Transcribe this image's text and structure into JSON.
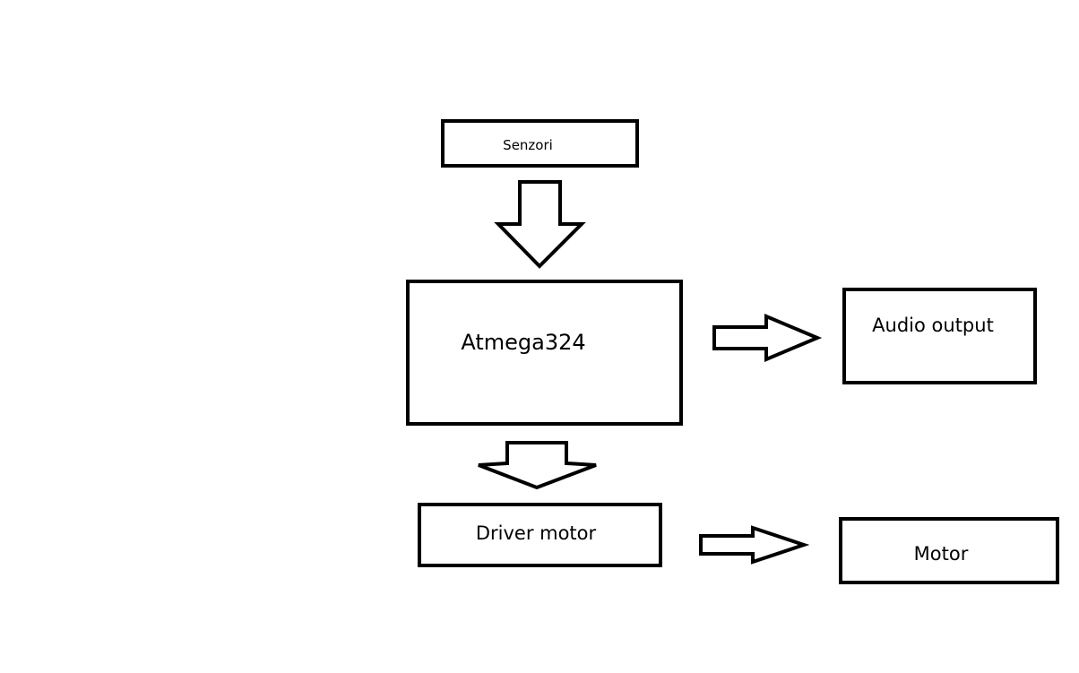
{
  "nodes": {
    "sensors": {
      "label": "Senzori"
    },
    "mcu": {
      "label": "Atmega324"
    },
    "audio": {
      "label": "Audio output"
    },
    "driver": {
      "label": "Driver motor"
    },
    "motor": {
      "label": "Motor"
    }
  },
  "edges": [
    {
      "from": "sensors",
      "to": "mcu"
    },
    {
      "from": "mcu",
      "to": "audio"
    },
    {
      "from": "mcu",
      "to": "driver"
    },
    {
      "from": "driver",
      "to": "motor"
    }
  ],
  "colors": {
    "stroke": "#000000",
    "fill": "#ffffff",
    "background": "#ffffff"
  }
}
